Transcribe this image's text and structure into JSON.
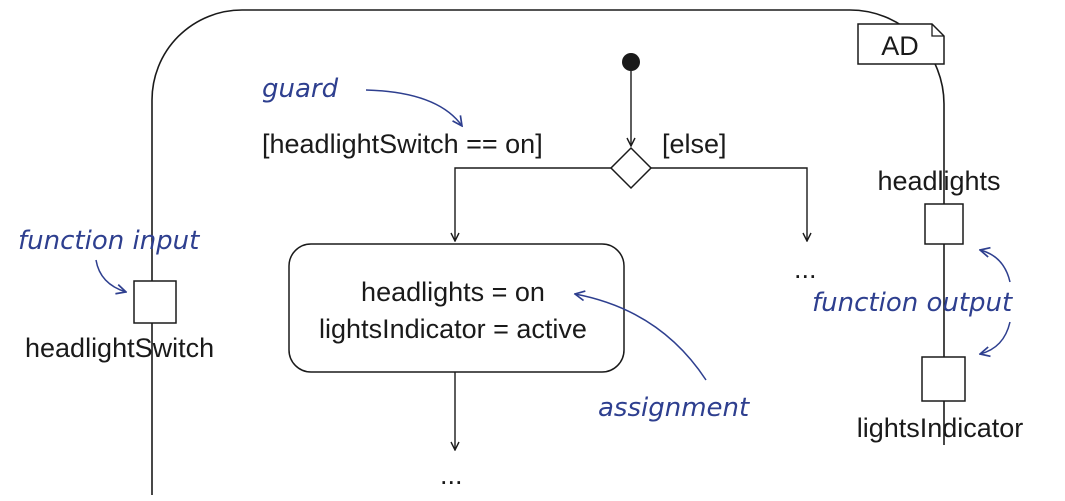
{
  "diagram": {
    "frame_tag": "AD",
    "guard_true": "[headlightSwitch == on]",
    "guard_else": "[else]",
    "continuation_right": "...",
    "continuation_bottom": "...",
    "action": {
      "line1": "headlights = on",
      "line2": "lightsIndicator = active"
    },
    "input_pin": {
      "label": "headlightSwitch"
    },
    "output_pins": [
      {
        "label": "headlights"
      },
      {
        "label": "lightsIndicator"
      }
    ]
  },
  "annotations": {
    "guard": "guard",
    "function_input": "function input",
    "function_output": "function output",
    "assignment": "assignment"
  },
  "colors": {
    "annotation": "#2e3f8f",
    "lines": "#1a1a1a",
    "background": "#ffffff"
  }
}
